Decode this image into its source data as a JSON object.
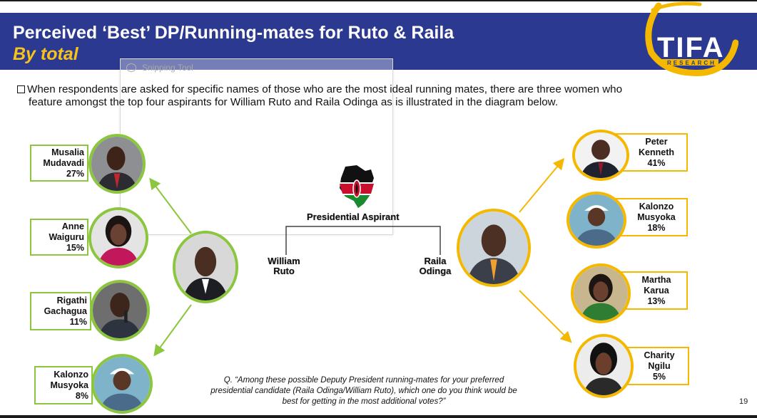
{
  "header": {
    "title": "Perceived ‘Best’ DP/Running-mates for Ruto & Raila",
    "subtitle": "By total"
  },
  "logo": {
    "text": "TIFA",
    "tagline": "RESEARCH",
    "ring_color": "#f5b800"
  },
  "snipping_tool": {
    "label": "Snipping Tool"
  },
  "intro": {
    "line1": "When respondents are asked for specific names of those who are the most ideal running mates, there are three women who",
    "line2": "feature amongst the top four aspirants for William Ruto and Raila Odinga as is illustrated in the diagram below."
  },
  "center": {
    "label": "Presidential Aspirant",
    "left_aspirant": [
      "William",
      "Ruto"
    ],
    "right_aspirant": [
      "Raila",
      "Odinga"
    ]
  },
  "ruto_mates": [
    {
      "first": "Musalia",
      "last": "Mudavadi",
      "pct": "27%"
    },
    {
      "first": "Anne",
      "last": "Waiguru",
      "pct": "15%"
    },
    {
      "first": "Rigathi",
      "last": "Gachagua",
      "pct": "11%"
    },
    {
      "first": "Kalonzo",
      "last": "Musyoka",
      "pct": "8%"
    }
  ],
  "raila_mates": [
    {
      "first": "Peter",
      "last": "Kenneth",
      "pct": "41%"
    },
    {
      "first": "Kalonzo",
      "last": "Musyoka",
      "pct": "18%"
    },
    {
      "first": "Martha",
      "last": "Karua",
      "pct": "13%"
    },
    {
      "first": "Charity",
      "last": "Ngilu",
      "pct": "5%"
    }
  ],
  "question": "Q. “Among these possible Deputy President running-mates for your preferred presidential candidate (Raila Odinga/William Ruto), which one do you think would be best for getting in the most additional votes?”",
  "page_number": "19",
  "colors": {
    "header_blue": "#2b3990",
    "accent_yellow": "#f7c21a",
    "ruto_green": "#8cc63f",
    "raila_gold": "#f5b800"
  }
}
